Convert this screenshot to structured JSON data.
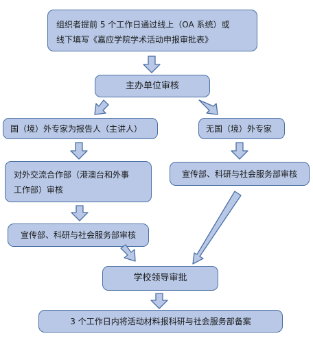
{
  "nodes": {
    "submit": {
      "line1": "组织者提前 5 个工作日通过线上（OA 系统）或",
      "line2": "线下填写《嘉应学院学术活动申报审批表》"
    },
    "host_unit_review": "主办单位审核",
    "foreign_speaker": "国（境）外专家为报告人（主讲人）",
    "no_foreign_expert": "无国（境）外专家",
    "external_affairs": {
      "line1": "对外交流合作部（港澳台和外事",
      "line2": "工作部）审核"
    },
    "publicity_review_right": "宣传部、科研与社会服务部审核",
    "publicity_review_left": "宣传部、科研与社会服务部审核",
    "school_leader_approval": "学校领导审批",
    "filing": "3 个工作日内将活动材料报科研与社会服务部备案"
  },
  "colors": {
    "box_fill": "#b8c8e6",
    "box_border": "#4a6fa5",
    "arrow_fill": "#b8c8e6",
    "arrow_stroke": "#4a6fa5"
  }
}
